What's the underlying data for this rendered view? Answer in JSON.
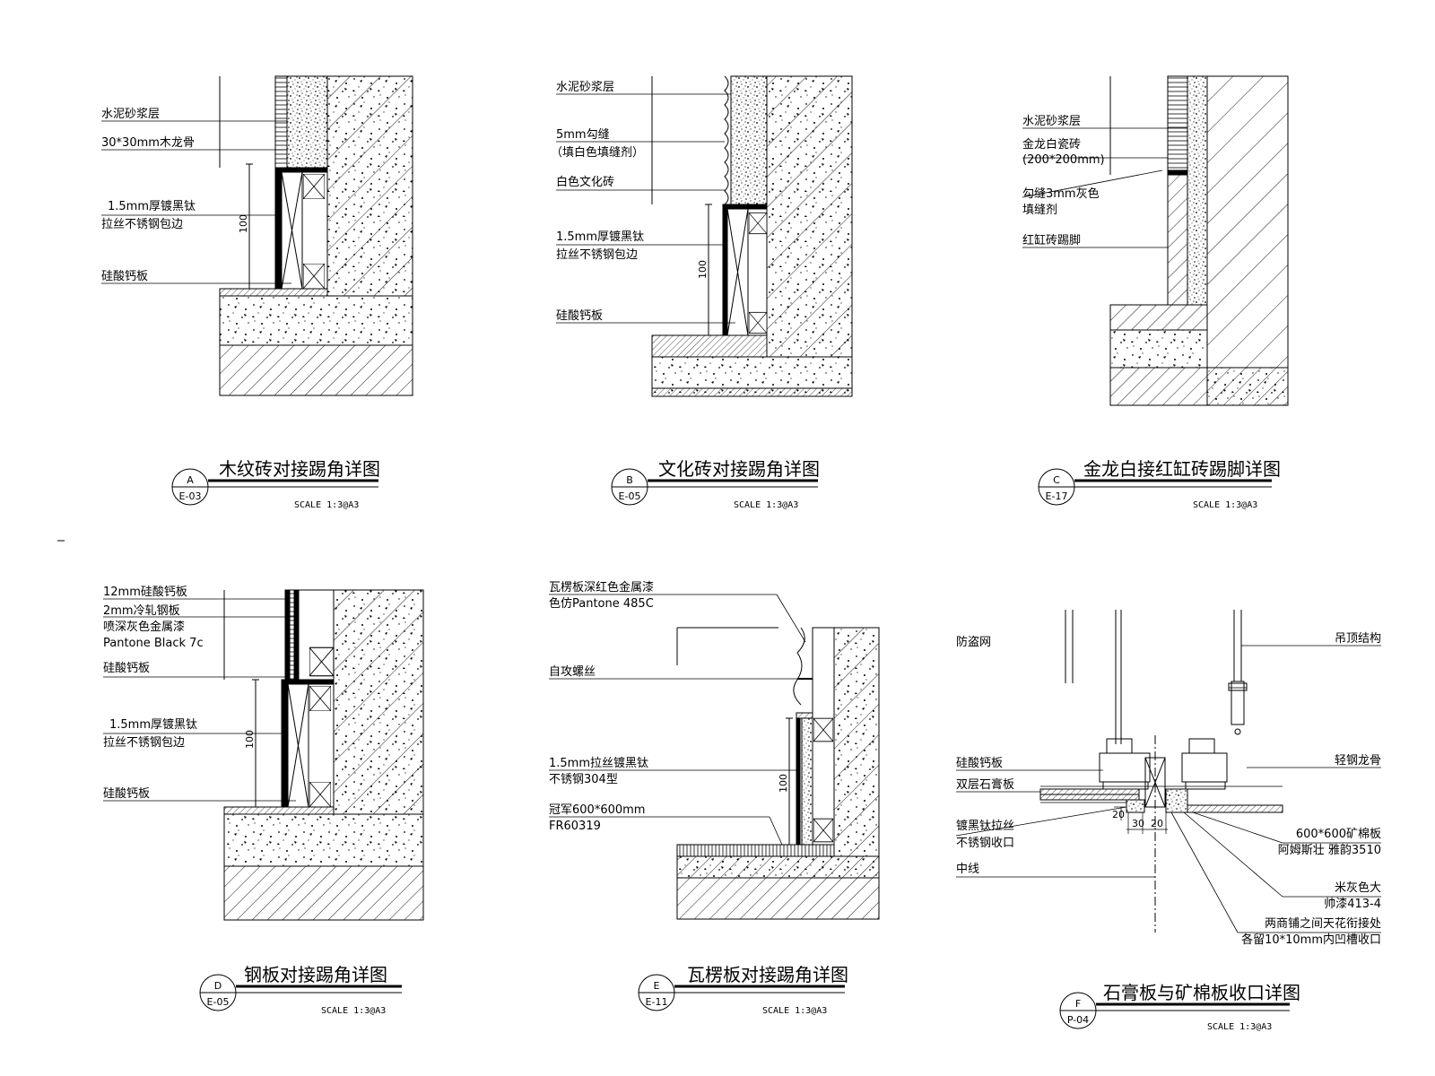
{
  "details": [
    {
      "id": "A",
      "letter": "A",
      "sheet": "E-03",
      "title": "木纹砖对接踢角详图",
      "scale": "SCALE 1:3@A3",
      "dimension": "100",
      "labels": [
        "水泥砂浆层",
        "30*30mm木龙骨",
        "1.5mm厚镀黑钛",
        "拉丝不锈钢包边",
        "硅酸钙板"
      ]
    },
    {
      "id": "B",
      "letter": "B",
      "sheet": "E-05",
      "title": "文化砖对接踢角详图",
      "scale": "SCALE 1:3@A3",
      "dimension": "100",
      "labels": [
        "水泥砂浆层",
        "5mm勾缝",
        "（填白色填缝剂）",
        "白色文化砖",
        "1.5mm厚镀黑钛",
        "拉丝不锈钢包边",
        "硅酸钙板"
      ]
    },
    {
      "id": "C",
      "letter": "C",
      "sheet": "E-17",
      "title": "金龙白接红缸砖踢脚详图",
      "scale": "SCALE 1:3@A3",
      "labels": [
        "水泥砂浆层",
        "金龙白瓷砖",
        "(200*200mm)",
        "勾缝3mm灰色",
        "填缝剂",
        "红缸砖踢脚"
      ]
    },
    {
      "id": "D",
      "letter": "D",
      "sheet": "E-05",
      "title": "钢板对接踢角详图",
      "scale": "SCALE 1:3@A3",
      "dimension": "100",
      "labels": [
        "12mm硅酸钙板",
        "2mm冷轧钢板",
        "喷深灰色金属漆",
        "Pantone Black 7c",
        "硅酸钙板",
        "1.5mm厚镀黑钛",
        "拉丝不锈钢包边",
        "硅酸钙板"
      ]
    },
    {
      "id": "E",
      "letter": "E",
      "sheet": "E-11",
      "title": "瓦楞板对接踢角详图",
      "scale": "SCALE 1:3@A3",
      "dimension": "100",
      "labels": [
        "瓦楞板深红色金属漆",
        "色仿Pantone 485C",
        "自攻螺丝",
        "1.5mm拉丝镀黑钛",
        "不锈钢304型",
        "冠军600*600mm",
        "FR60319"
      ]
    },
    {
      "id": "F",
      "letter": "F",
      "sheet": "P-04",
      "title": "石膏板与矿棉板收口详图",
      "scale": "SCALE 1:3@A3",
      "dimensions": [
        "20",
        "30",
        "20"
      ],
      "labels_left": [
        "防盗网",
        "硅酸钙板",
        "双层石膏板",
        "镀黑钛拉丝",
        "不锈钢收口",
        "中线"
      ],
      "labels_right": [
        "吊顶结构",
        "轻钢龙骨",
        "600*600矿棉板",
        "阿姆斯壮 雅韵3510",
        "米灰色大",
        "帅漆413-4",
        "两商铺之间天花衔接处",
        "各留10*10mm内凹槽收口"
      ]
    }
  ]
}
